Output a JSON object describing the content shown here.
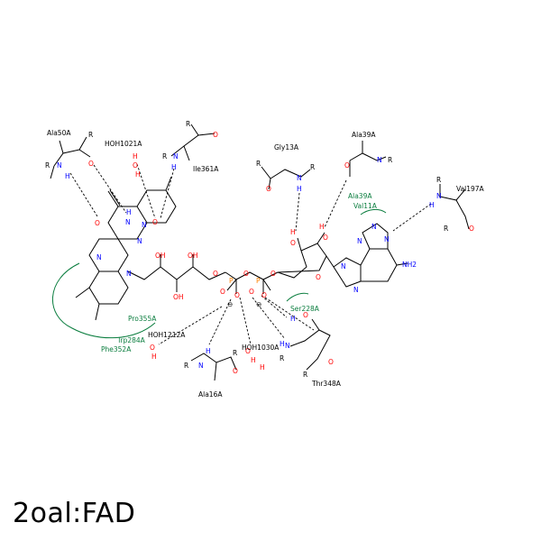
{
  "caption": "2oal:FAD",
  "residues": {
    "ala50a": "Ala50A",
    "hoh1021a": "HOH1021A",
    "ile361a": "Ile361A",
    "gly13a": "Gly13A",
    "ala39a_top": "Ala39A",
    "ala39a_hyd": "Ala39A",
    "val11a": "Val11A",
    "val197a": "Val197A",
    "pro355a": "Pro355A",
    "trp284a": "Trp284A",
    "phe352a": "Phe352A",
    "ser228a": "Ser228A",
    "hoh1212a": "HOH1212A",
    "hoh1030a": "HOH1030A",
    "thr348a": "Thr348A",
    "ala16a": "Ala16A"
  },
  "atoms": {
    "R": "R",
    "N": "N",
    "H": "H",
    "O": "O",
    "OH": "OH",
    "P": "P",
    "NH2": "NH2",
    "minus": "⊖"
  },
  "colors": {
    "nitrogen": "#0000ff",
    "oxygen": "#ff0000",
    "phosphorus": "#ff8000",
    "hydrophobic": "#0a7d3e",
    "bond": "#000000"
  }
}
